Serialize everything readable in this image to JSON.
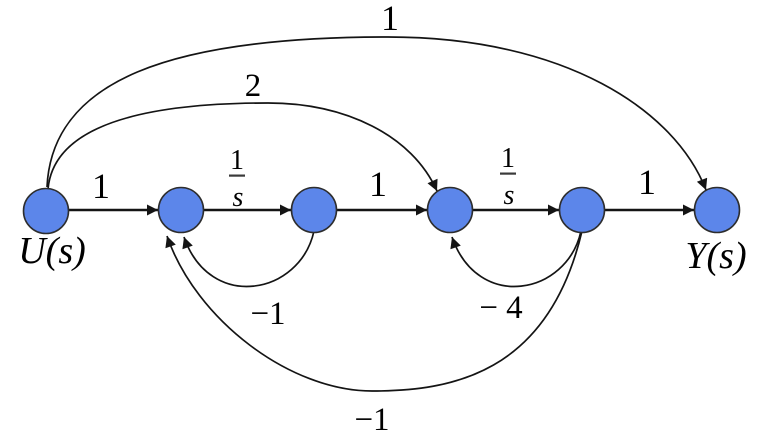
{
  "diagram": {
    "kind": "signal-flow-graph",
    "background": "#ffffff",
    "colors": {
      "node_fill": "#5c86ea",
      "node_stroke": "#2d2d2d",
      "edge_stroke": "#141414",
      "text": "#000000"
    },
    "terminals": {
      "input_label": "U(s)",
      "output_label": "Y(s)"
    },
    "node_count": 6,
    "edges": [
      {
        "route": "n1-n2",
        "shape": "straight",
        "gain": "1"
      },
      {
        "route": "n2-n3",
        "shape": "straight",
        "gain": "1/s",
        "gain_num": "1",
        "gain_den": "s"
      },
      {
        "route": "n3-n4",
        "shape": "straight",
        "gain": "1"
      },
      {
        "route": "n4-n5",
        "shape": "straight",
        "gain": "1/s",
        "gain_num": "1",
        "gain_den": "s"
      },
      {
        "route": "n5-n6",
        "shape": "straight",
        "gain": "1"
      },
      {
        "route": "n1-n4",
        "shape": "arc-above",
        "gain": "2"
      },
      {
        "route": "n1-n6",
        "shape": "arc-above-high",
        "gain": "1"
      },
      {
        "route": "n3-n2",
        "shape": "arc-below",
        "gain": "−1"
      },
      {
        "route": "n5-n4",
        "shape": "arc-below",
        "gain": "− 4"
      },
      {
        "route": "n5-n2",
        "shape": "arc-below-wide",
        "gain": "−1"
      }
    ]
  }
}
